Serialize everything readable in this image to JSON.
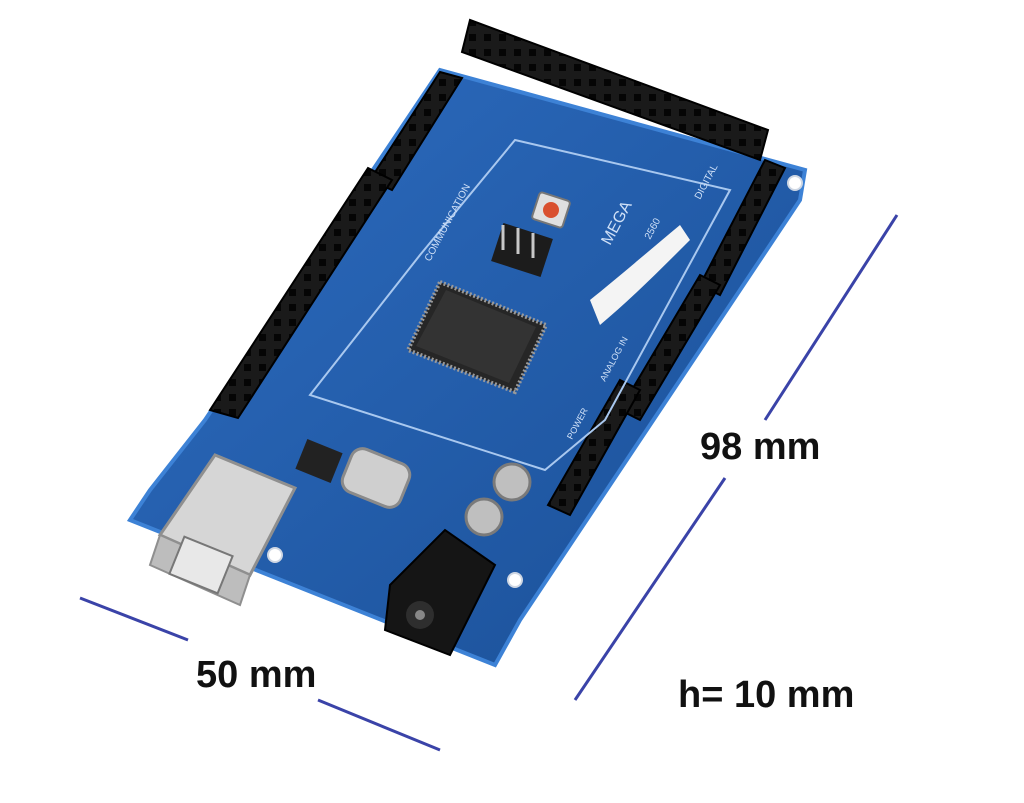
{
  "dimensions": {
    "length_label": "98 mm",
    "width_label": "50 mm",
    "height_label": "h= 10 mm"
  },
  "board": {
    "silkscreen": {
      "model": "MEGA",
      "part": "2560",
      "digital": "DIGITAL",
      "communication": "COMMUNICATION",
      "analog_in": "ANALOG IN",
      "power": "POWER"
    }
  },
  "colors": {
    "pcb": "#1f5aa8",
    "pcb_edge": "#2a6fc4",
    "header": "#161616",
    "dimension_line": "#3a43a8"
  }
}
